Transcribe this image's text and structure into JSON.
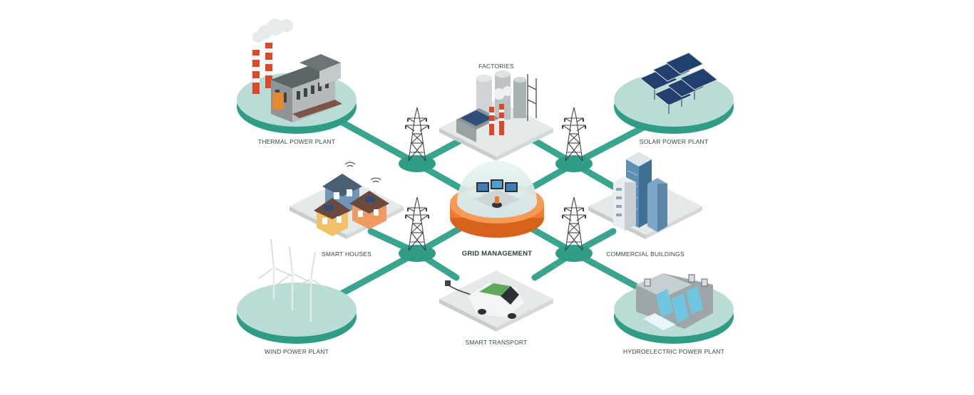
{
  "nodes": {
    "thermal": "THERMAL POWER PLANT",
    "factories": "FACTORIES",
    "solar": "SOLAR POWER PLANT",
    "houses": "SMART HOUSES",
    "grid": "GRID MANAGEMENT",
    "commercial": "COMMERCIAL BUILDINGS",
    "wind": "WIND POWER PLANT",
    "transport": "SMART TRANSPORT",
    "hydro": "HYDROELECTRIC POWER PLANT"
  },
  "colors": {
    "line": "#3aa58f",
    "platform_top": "#b9ddd6",
    "platform_side": "#2f9c86",
    "tile": "#e4e8e8",
    "tile_side": "#c7cdcd",
    "orange": "#f07d2f",
    "tower": "#444a4d"
  }
}
